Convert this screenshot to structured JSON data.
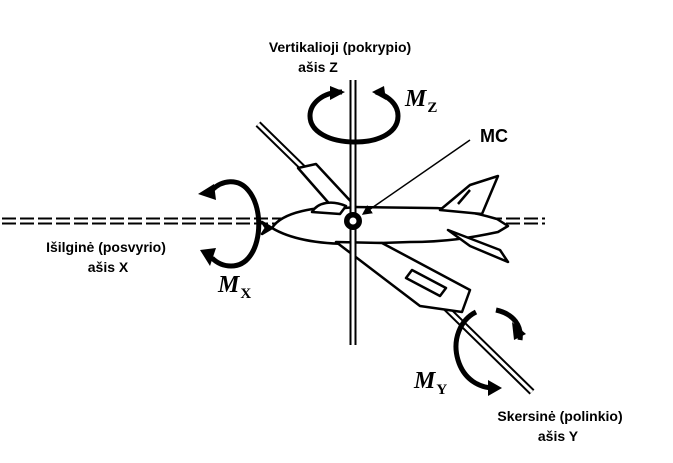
{
  "labels": {
    "vertical_axis_line1": "Vertikalioji (pokrypio)",
    "vertical_axis_line2": "ašis Z",
    "longitudinal_axis_line1": "Išilginė (posvyrio)",
    "longitudinal_axis_line2": "ašis X",
    "lateral_axis_line1": "Skersinė (polinkio)",
    "lateral_axis_line2": "ašis Y",
    "center_of_mass": "MC"
  },
  "moments": {
    "z": {
      "symbol": "M",
      "subscript": "Z"
    },
    "x": {
      "symbol": "M",
      "subscript": "X"
    },
    "y": {
      "symbol": "M",
      "subscript": "Y"
    }
  }
}
